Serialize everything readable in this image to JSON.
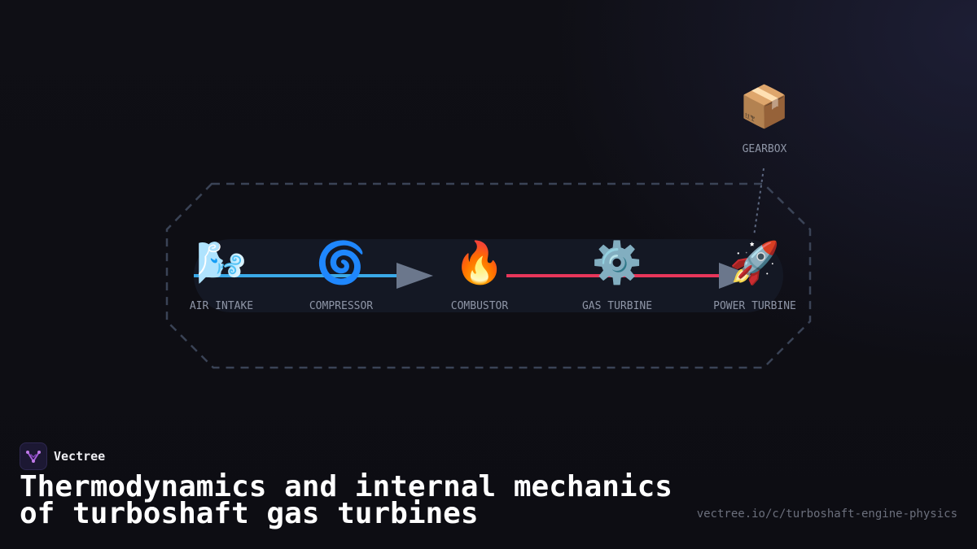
{
  "diagram": {
    "nodes": [
      {
        "id": "air_intake",
        "label": "AIR INTAKE",
        "icon": "wind-face-icon",
        "glyph": "🌬️"
      },
      {
        "id": "compressor",
        "label": "COMPRESSOR",
        "icon": "cyclone-icon",
        "glyph": "🌀"
      },
      {
        "id": "combustor",
        "label": "COMBUSTOR",
        "icon": "fire-icon",
        "glyph": "🔥"
      },
      {
        "id": "gas_turbine",
        "label": "GAS TURBINE",
        "icon": "gear-icon",
        "glyph": "⚙️"
      },
      {
        "id": "power_turbine",
        "label": "POWER TURBINE",
        "icon": "rocket-icon",
        "glyph": "🚀"
      },
      {
        "id": "gearbox",
        "label": "GEARBOX",
        "icon": "package-icon",
        "glyph": "📦"
      }
    ],
    "edges": [
      {
        "from": "air_intake",
        "to": "combustor",
        "color": "#3aa9e8",
        "style": "solid-arrow"
      },
      {
        "from": "combustor",
        "to": "power_turbine",
        "color": "#e8365a",
        "style": "solid-arrow"
      },
      {
        "from": "power_turbine",
        "to": "gearbox",
        "color": "#5c6780",
        "style": "dotted"
      }
    ],
    "group_outline_color": "#3a4356",
    "arrowhead_color": "#6b778c"
  },
  "brand": {
    "name": "Vectree",
    "logo_icon": "vectree-logo-icon",
    "accent": "#a35bd9"
  },
  "title": "Thermodynamics and internal mechanics of turboshaft gas turbines",
  "url": "vectree.io/c/turboshaft-engine-physics"
}
